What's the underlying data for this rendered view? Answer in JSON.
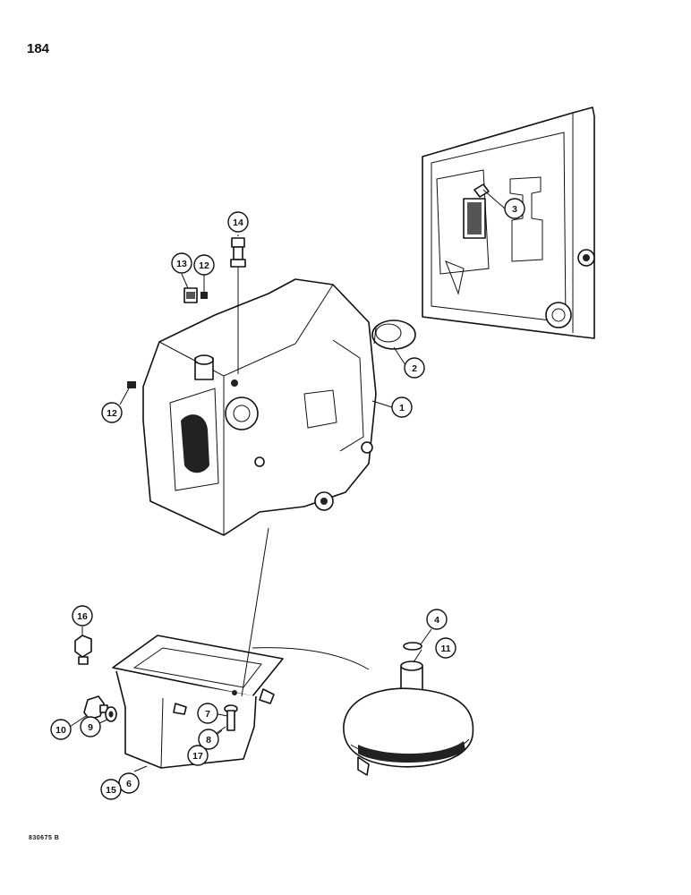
{
  "page": {
    "number": "184",
    "footer_code": "830675 B"
  },
  "callouts": [
    {
      "id": "1",
      "label": "1"
    },
    {
      "id": "2",
      "label": "2"
    },
    {
      "id": "3",
      "label": "3"
    },
    {
      "id": "4",
      "label": "4"
    },
    {
      "id": "6",
      "label": "6"
    },
    {
      "id": "7",
      "label": "7"
    },
    {
      "id": "8",
      "label": "8"
    },
    {
      "id": "9",
      "label": "9"
    },
    {
      "id": "10",
      "label": "10"
    },
    {
      "id": "11",
      "label": "11"
    },
    {
      "id": "12a",
      "label": "12"
    },
    {
      "id": "12b",
      "label": "12"
    },
    {
      "id": "13",
      "label": "13"
    },
    {
      "id": "14",
      "label": "14"
    },
    {
      "id": "15",
      "label": "15"
    },
    {
      "id": "16",
      "label": "16"
    },
    {
      "id": "17",
      "label": "17"
    }
  ]
}
